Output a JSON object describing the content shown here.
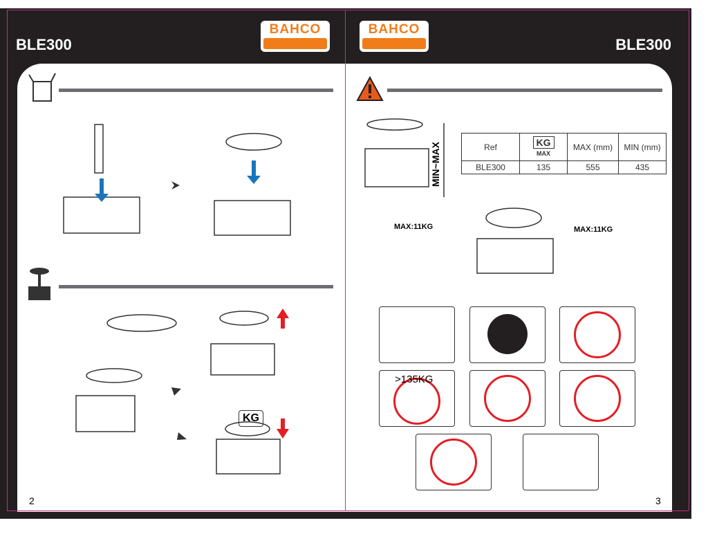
{
  "header": {
    "left_title": "BLE300",
    "right_title": "BLE300",
    "brand": "BAHCO"
  },
  "spec_table": {
    "headers": [
      "Ref",
      "KG",
      "MAX",
      "MAX (mm)",
      "MIN (mm)"
    ],
    "row": [
      "BLE300",
      "135",
      "555",
      "435"
    ]
  },
  "labels": {
    "height_range": "MIN~MAX",
    "drawer_left": "MAX:11KG",
    "drawer_right": "MAX:11KG",
    "overload": ">135KG",
    "weight": "KG"
  },
  "pages": {
    "left": "2",
    "right": "3"
  }
}
